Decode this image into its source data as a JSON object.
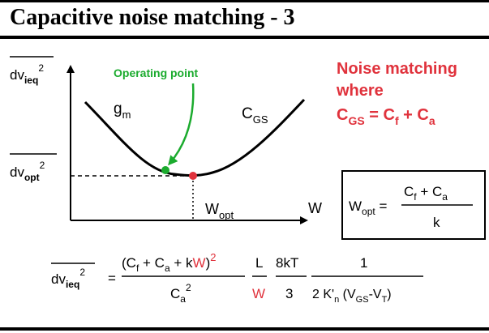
{
  "slide": {
    "title": "Capacitive noise matching - 3"
  },
  "graph": {
    "yaxis_label": {
      "main": "dv",
      "sub": "ieq",
      "sup": "2"
    },
    "yopt_label": {
      "main": "dv",
      "sub": "opt",
      "sup": "2"
    },
    "xaxis_label": "W",
    "operating_point_label": "Operating point",
    "left_branch_label": {
      "main": "g",
      "sub": "m"
    },
    "right_branch_label": {
      "main": "C",
      "sub": "GS"
    },
    "wopt_label": {
      "main": "W",
      "sub": "opt"
    }
  },
  "note": {
    "line1": "Noise matching",
    "line2": "where",
    "eq": {
      "c": "C",
      "gs": "GS",
      "eq": " = C",
      "f": "f",
      "plus": " + C",
      "a": "a"
    }
  },
  "box": {
    "lhs": {
      "main": "W",
      "sub": "opt",
      "eq": " ="
    },
    "num": {
      "c1": "C",
      "f": "f",
      "plus": " + C",
      "a": "a"
    },
    "den": "k"
  },
  "formula": {
    "lhs": {
      "main": "dv",
      "sub": "ieq",
      "sup": "2",
      "eq": "="
    },
    "frac1": {
      "num": {
        "open": "(C",
        "f": "f",
        "plus1": " + C",
        "a": "a",
        "plus2": " + k",
        "w": "W",
        "close": ")",
        "sup": "2"
      },
      "den": {
        "c": "C",
        "a": "a",
        "sup": "2"
      }
    },
    "frac2": {
      "num": "L",
      "den": "W"
    },
    "frac3": {
      "num": "8kT",
      "den": "3"
    },
    "frac4": {
      "num": "1",
      "den": {
        "p1": "2 K'",
        "n": "n",
        "p2": " (V",
        "gs": "GS",
        "p3": "-V",
        "t": "T",
        "p4": ")"
      }
    }
  },
  "colors": {
    "accent_red": "#e0323c",
    "accent_green": "#1bab2e",
    "text": "#000000"
  }
}
